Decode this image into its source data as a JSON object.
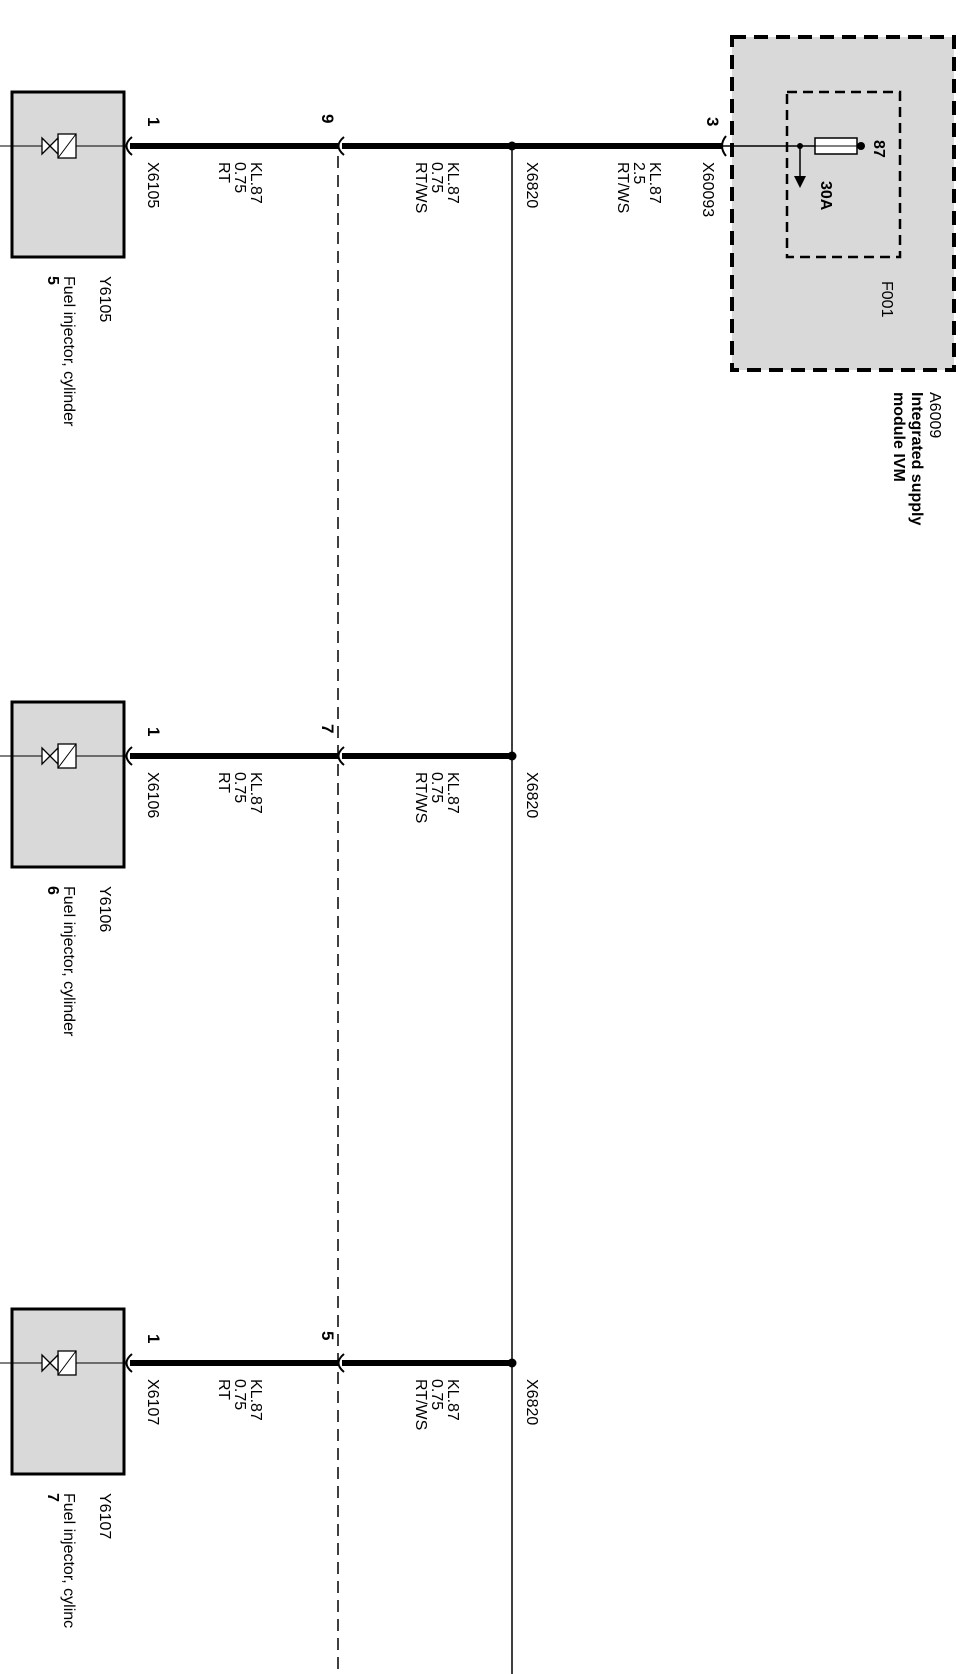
{
  "module": {
    "id": "A6009",
    "name_line1": "Integrated supply",
    "name_line2": "module IVM",
    "fuse": {
      "id": "F001",
      "rating": "30A",
      "terminal": "87"
    },
    "connector": "X60093",
    "pin": "3"
  },
  "supply_wire": {
    "signal": "KL.87",
    "gauge": "2.5",
    "color": "RT/WS"
  },
  "splice": {
    "id": "X6820"
  },
  "injectors": [
    {
      "id": "Y6105",
      "desc": "Fuel injector, cylinder",
      "cylinder": "5",
      "connector": "X6105",
      "connector_pin": "1",
      "branch_pin": "9",
      "wire_a": {
        "signal": "KL.87",
        "gauge": "0.75",
        "color": "RT"
      },
      "wire_b": {
        "signal": "KL.87",
        "gauge": "0.75",
        "color": "RT/WS"
      }
    },
    {
      "id": "Y6106",
      "desc": "Fuel injector, cylinder",
      "cylinder": "6",
      "connector": "X6106",
      "connector_pin": "1",
      "branch_pin": "7",
      "wire_a": {
        "signal": "KL.87",
        "gauge": "0.75",
        "color": "RT"
      },
      "wire_b": {
        "signal": "KL.87",
        "gauge": "0.75",
        "color": "RT/WS"
      }
    },
    {
      "id": "Y6107",
      "desc": "Fuel injector, cylinc",
      "cylinder": "7",
      "connector": "X6107",
      "connector_pin": "1",
      "branch_pin": "5",
      "wire_a": {
        "signal": "KL.87",
        "gauge": "0.75",
        "color": "RT"
      },
      "wire_b": {
        "signal": "KL.87",
        "gauge": "0.75",
        "color": "RT/WS"
      }
    }
  ]
}
